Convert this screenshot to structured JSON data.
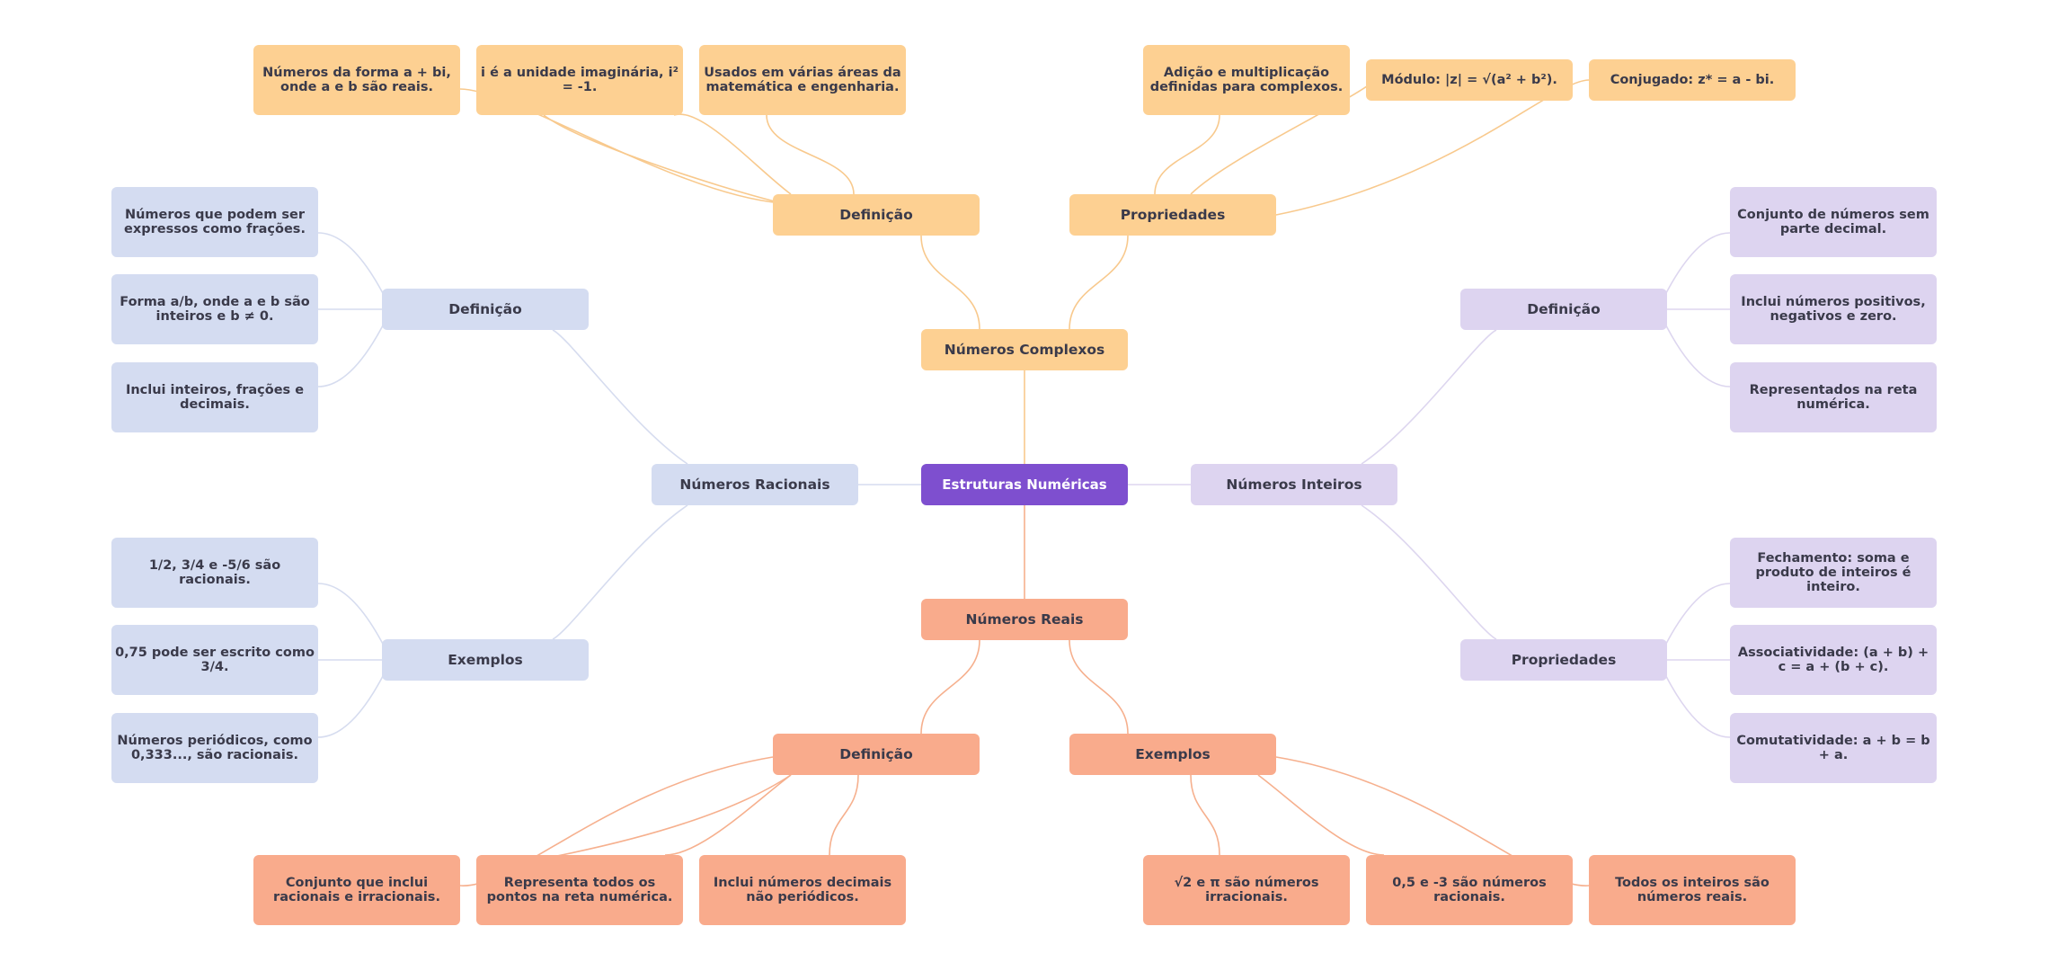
{
  "colors": {
    "root": "#7e4fcf",
    "complexos": "#fdd092",
    "complexos_edge": "#f8c98d",
    "reais": "#f9ab8c",
    "reais_edge": "#f6b08e",
    "racionais": "#d4dcf1",
    "racionais_edge": "#d6dcef",
    "inteiros": "#ddd4f0",
    "inteiros_edge": "#ddd6ef",
    "text": "#3a3a4a",
    "root_text": "#ffffff"
  },
  "root": {
    "label": "Estruturas Numéricas"
  },
  "complexos": {
    "label": "Números Complexos",
    "definicao": {
      "label": "Definição",
      "leaves": [
        "Números da forma a + bi, onde a e b são reais.",
        "i é a unidade imaginária, i² = -1.",
        "Usados em várias áreas da matemática e engenharia."
      ]
    },
    "propriedades": {
      "label": "Propriedades",
      "leaves": [
        "Adição e multiplicação definidas para complexos.",
        "Módulo: |z| = √(a² + b²).",
        "Conjugado: z* = a - bi."
      ]
    }
  },
  "racionais": {
    "label": "Números Racionais",
    "definicao": {
      "label": "Definição",
      "leaves": [
        "Números que podem ser expressos como frações.",
        "Forma a/b, onde a e b são inteiros e b ≠ 0.",
        "Inclui inteiros, frações e decimais."
      ]
    },
    "exemplos": {
      "label": "Exemplos",
      "leaves": [
        "1/2, 3/4 e -5/6 são racionais.",
        "0,75 pode ser escrito como 3/4.",
        "Números periódicos, como 0,333..., são racionais."
      ]
    }
  },
  "inteiros": {
    "label": "Números Inteiros",
    "definicao": {
      "label": "Definição",
      "leaves": [
        "Conjunto de números sem parte decimal.",
        "Inclui números positivos, negativos e zero.",
        "Representados na reta numérica."
      ]
    },
    "propriedades": {
      "label": "Propriedades",
      "leaves": [
        "Fechamento: soma e produto de inteiros é inteiro.",
        "Associatividade: (a + b) + c = a + (b + c).",
        "Comutatividade: a + b = b + a."
      ]
    }
  },
  "reais": {
    "label": "Números Reais",
    "definicao": {
      "label": "Definição",
      "leaves": [
        "Conjunto que inclui racionais e irracionais.",
        "Representa todos os pontos na reta numérica.",
        "Inclui números decimais não periódicos."
      ]
    },
    "exemplos": {
      "label": "Exemplos",
      "leaves": [
        "√2 e π são números irracionais.",
        "0,5 e -3 são números racionais.",
        "Todos os inteiros são números reais."
      ]
    }
  }
}
